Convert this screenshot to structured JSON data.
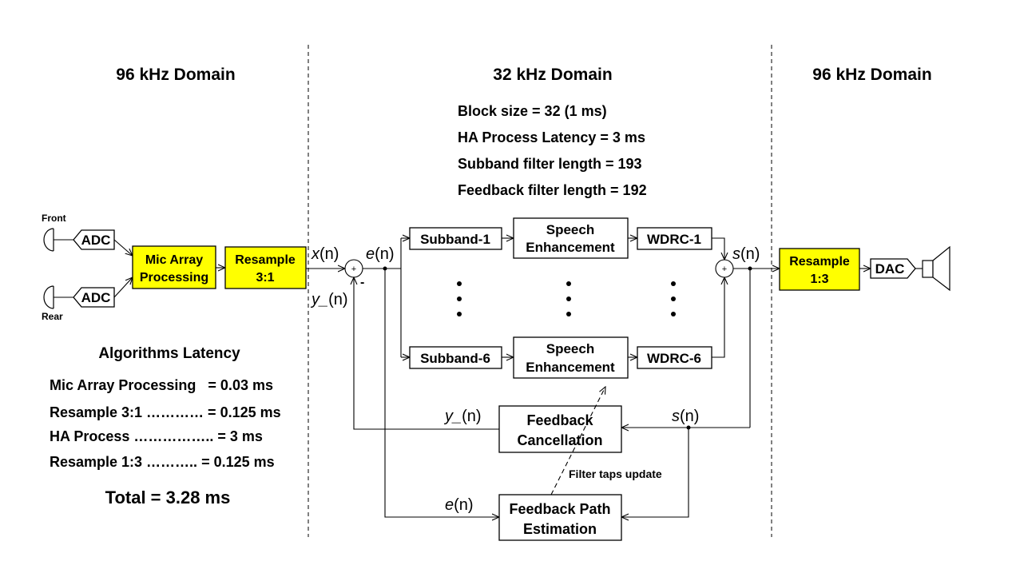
{
  "domains": {
    "left": "96 kHz Domain",
    "center": "32 kHz Domain",
    "right": "96 kHz Domain"
  },
  "params": {
    "block_size": "Block size = 32 (1 ms)",
    "latency": "HA Process Latency = 3 ms",
    "subband_len": "Subband filter length = 193",
    "feedback_len": "Feedback filter length = 192"
  },
  "mics": {
    "front_label": "Front",
    "rear_label": "Rear",
    "adc_label": "ADC"
  },
  "blocks": {
    "mic_array": [
      "Mic Array",
      "Processing"
    ],
    "resample_down": [
      "Resample",
      "3:1"
    ],
    "resample_up": [
      "Resample",
      "1:3"
    ],
    "dac": "DAC",
    "subband_1": "Subband-1",
    "subband_6": "Subband-6",
    "speech_enh": [
      "Speech",
      "Enhancement"
    ],
    "wdrc_1": "WDRC-1",
    "wdrc_6": "WDRC-6",
    "feedback_cancel": [
      "Feedback",
      "Cancellation"
    ],
    "feedback_est": [
      "Feedback Path",
      "Estimation"
    ]
  },
  "signals": {
    "x_var": "x",
    "x_arg": "(n)",
    "e_var": "e",
    "e_arg": "(n)",
    "y_var": "y_",
    "y_arg": "(n)",
    "s_var": "s",
    "s_arg": "(n)",
    "plus": "+",
    "minus": "-",
    "filter_taps": "Filter taps update"
  },
  "latency": {
    "title": "Algorithms Latency",
    "rows": [
      "Mic Array Processing   = 0.03 ms",
      "Resample 3:1 ………… = 0.125 ms",
      "HA Process …………….. = 3 ms",
      "Resample 1:3 ……….. = 0.125 ms"
    ],
    "total": "Total = 3.28 ms"
  }
}
